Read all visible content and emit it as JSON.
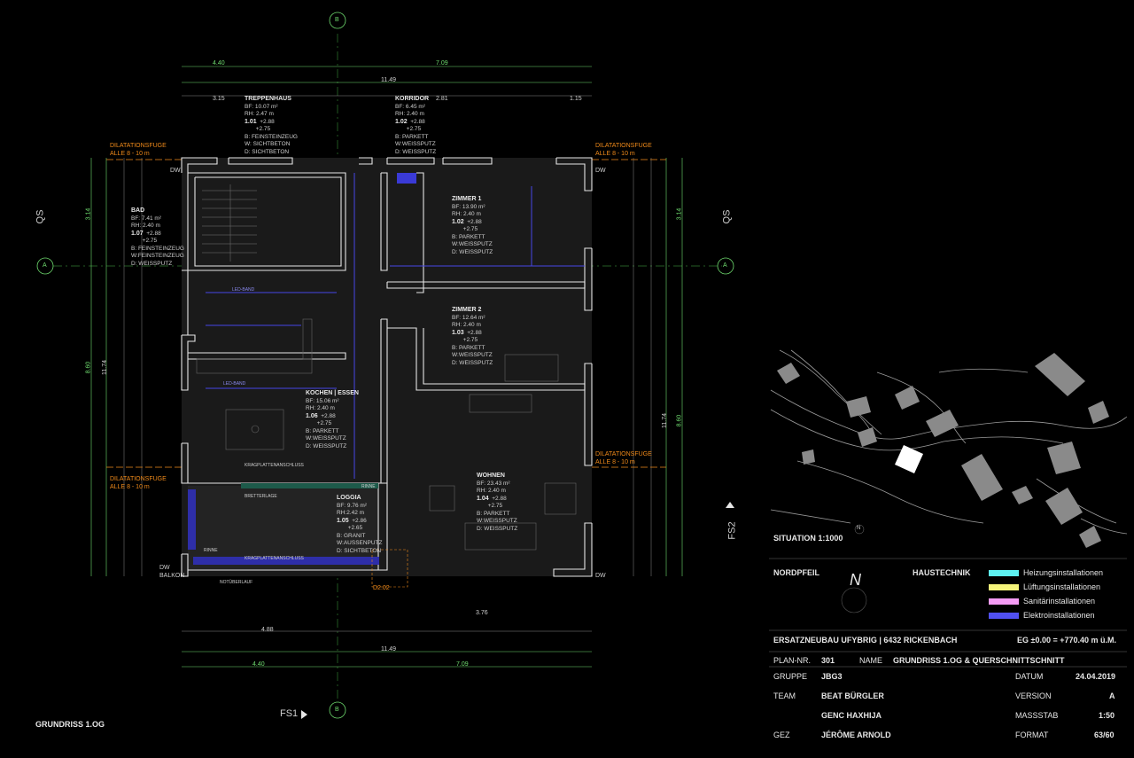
{
  "drawing_title": "GRUNDRISS 1.OG",
  "axis_labels": {
    "b": "B",
    "a": "A"
  },
  "section_labels": {
    "qs_left": "QS",
    "qs_right": "QS",
    "fs1": "FS1",
    "fs2": "FS2"
  },
  "dimensions": {
    "top_total": "11.49",
    "top_left": "4.40",
    "top_right": "7.09",
    "bottom_total": "11.49",
    "bottom_left": "4.40",
    "bottom_right": "7.09",
    "left_total": "11.74",
    "right_total": "11.74",
    "left_upper": "3.14",
    "left_mid": "8.60",
    "right_upper": "3.14",
    "right_mid": "8.60",
    "top_seg_1": "3.15",
    "top_seg_2": "2.81",
    "top_seg_3": "1.15",
    "bottom_seg_1": "4.88",
    "bottom_seg_2": "3.76"
  },
  "dilatation": {
    "label": "DILATATIONSFUGE",
    "sub": "ALLE 8 - 10 m"
  },
  "rooms": [
    {
      "name": "TREPPENHAUS",
      "bf": "BF: 10.07 m²",
      "rh": "RH: 2.47 m",
      "level": "1.01",
      "h1": "+2.88",
      "h2": "+2.75",
      "b": "B: FEINSTEINZEUG",
      "w": "W: SICHTBETON",
      "d": "D: SICHTBETON"
    },
    {
      "name": "KORRIDOR",
      "bf": "BF: 6.45 m²",
      "rh": "RH: 2.40 m",
      "level": "1.02",
      "h1": "+2.88",
      "h2": "+2.75",
      "b": "B: PARKETT",
      "w": "W:WEISSPUTZ",
      "d": "D: WEISSPUTZ"
    },
    {
      "name": "BAD",
      "bf": "BF: 7.41 m²",
      "rh": "RH: 2.40 m",
      "level": "1.07",
      "h1": "+2.88",
      "h2": "+2.75",
      "b": "B: FEINSTEINZEUG",
      "w": "W:FEINSTEINZEUG",
      "d": "D: WEISSPUTZ"
    },
    {
      "name": "ZIMMER 1",
      "bf": "BF: 13.90 m²",
      "rh": "RH: 2.40 m",
      "level": "1.02",
      "h1": "+2.88",
      "h2": "+2.75",
      "b": "B: PARKETT",
      "w": "W:WEISSPUTZ",
      "d": "D: WEISSPUTZ"
    },
    {
      "name": "ZIMMER 2",
      "bf": "BF: 12.64 m²",
      "rh": "RH: 2.40 m",
      "level": "1.03",
      "h1": "+2.88",
      "h2": "+2.75",
      "b": "B: PARKETT",
      "w": "W:WEISSPUTZ",
      "d": "D: WEISSPUTZ"
    },
    {
      "name": "KOCHEN | ESSEN",
      "bf": "BF: 15.06 m²",
      "rh": "RH: 2.40 m",
      "level": "1.06",
      "h1": "+2.88",
      "h2": "+2.75",
      "b": "B: PARKETT",
      "w": "W:WEISSPUTZ",
      "d": "D: WEISSPUTZ"
    },
    {
      "name": "WOHNEN",
      "bf": "BF: 23.43 m²",
      "rh": "RH: 2.40 m",
      "level": "1.04",
      "h1": "+2.88",
      "h2": "+2.75",
      "b": "B: PARKETT",
      "w": "W:WEISSPUTZ",
      "d": "D: WEISSPUTZ"
    },
    {
      "name": "LOGGIA",
      "bf": "BF: 9.76 m²",
      "rh": "RH:2.42 m",
      "level": "1.05",
      "h1": "+2.86",
      "h2": "+2.65",
      "b": "B: GRANIT",
      "w": "W:AUSSENPUTZ",
      "d": "D: SICHTBETON"
    }
  ],
  "misc_labels": {
    "dw": "DW",
    "balkon": "BALKON",
    "rinne": "RINNE",
    "led": "LED-BAND",
    "krag": "KRAGPLATTENANSCHLUSS",
    "brett": "BRETTERLAGE",
    "d2": "D2.02",
    "notueberlauf": "NOTÜBERLAUF"
  },
  "situation": {
    "title": "SITUATION 1:1000",
    "north": "N"
  },
  "title_block": {
    "nordpfeil": "NORDPFEIL",
    "north_symbol": "N",
    "haustechnik": "HAUSTECHNIK",
    "legend": [
      {
        "label": "Heizungsinstallationen",
        "color": "#5ef2f2"
      },
      {
        "label": "Lüftungsinstallationen",
        "color": "#f4f47a"
      },
      {
        "label": "Sanitärinstallationen",
        "color": "#f49cf4"
      },
      {
        "label": "Elektroinstallationen",
        "color": "#5050f0"
      }
    ],
    "project": "ERSATZNEUBAU UFYBRIG | 6432 RICKENBACH",
    "level_ref": "EG ±0.00 = +770.40 m ü.M.",
    "plan_nr_label": "PLAN-NR.",
    "plan_nr": "301",
    "name_label": "NAME",
    "name": "GRUNDRISS 1.OG & QUERSCHNITTSCHNITT",
    "gruppe_label": "GRUPPE",
    "gruppe": "JBG3",
    "datum_label": "DATUM",
    "datum": "24.04.2019",
    "team_label": "TEAM",
    "team_1": "BEAT BÜRGLER",
    "version_label": "VERSION",
    "version": "A",
    "team_2": "GENC HAXHIJA",
    "massstab_label": "MASSSTAB",
    "massstab": "1:50",
    "gez_label": "GEZ",
    "gez": "JÉRÔME ARNOLD",
    "format_label": "FORMAT",
    "format": "63/60"
  },
  "colors": {
    "background": "#000000",
    "wall": "#e6e6e6",
    "dim": "#6fdc6f",
    "dilat": "#f08a1a",
    "elektro": "#4646e6"
  }
}
